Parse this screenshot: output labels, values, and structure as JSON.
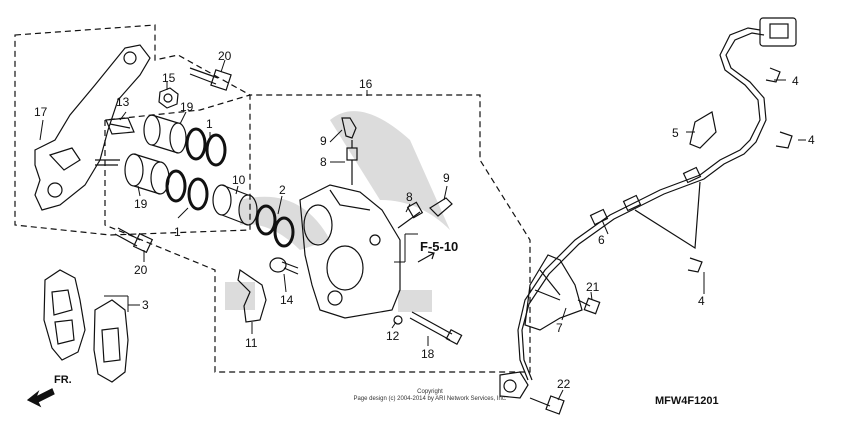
{
  "diagram": {
    "callouts": [
      {
        "id": "c1a",
        "text": "1"
      },
      {
        "id": "c1b",
        "text": "1"
      },
      {
        "id": "c2",
        "text": "2"
      },
      {
        "id": "c3",
        "text": "3"
      },
      {
        "id": "c4a",
        "text": "4"
      },
      {
        "id": "c4b",
        "text": "4"
      },
      {
        "id": "c4c",
        "text": "4"
      },
      {
        "id": "c5",
        "text": "5"
      },
      {
        "id": "c6",
        "text": "6"
      },
      {
        "id": "c7",
        "text": "7"
      },
      {
        "id": "c8",
        "text": "8"
      },
      {
        "id": "c9a",
        "text": "9"
      },
      {
        "id": "c9b",
        "text": "9"
      },
      {
        "id": "c10",
        "text": "10"
      },
      {
        "id": "c11",
        "text": "11"
      },
      {
        "id": "c12",
        "text": "12"
      },
      {
        "id": "c13",
        "text": "13"
      },
      {
        "id": "c14",
        "text": "14"
      },
      {
        "id": "c15",
        "text": "15"
      },
      {
        "id": "c16",
        "text": "16"
      },
      {
        "id": "c17",
        "text": "17"
      },
      {
        "id": "c18",
        "text": "18"
      },
      {
        "id": "c19a",
        "text": "19"
      },
      {
        "id": "c19b",
        "text": "19"
      },
      {
        "id": "c20a",
        "text": "20"
      },
      {
        "id": "c20b",
        "text": "20"
      },
      {
        "id": "c21",
        "text": "21"
      },
      {
        "id": "c22",
        "text": "22"
      }
    ],
    "reference": "F-5-10",
    "front_arrow": "FR.",
    "diagram_code": "MFW4F1201",
    "copyright_line1": "Copyright",
    "copyright_line2": "Page design (c) 2004-2014 by ARI Network Services, Inc."
  },
  "colors": {
    "line": "#111111",
    "watermark": "#d9d9d9"
  }
}
